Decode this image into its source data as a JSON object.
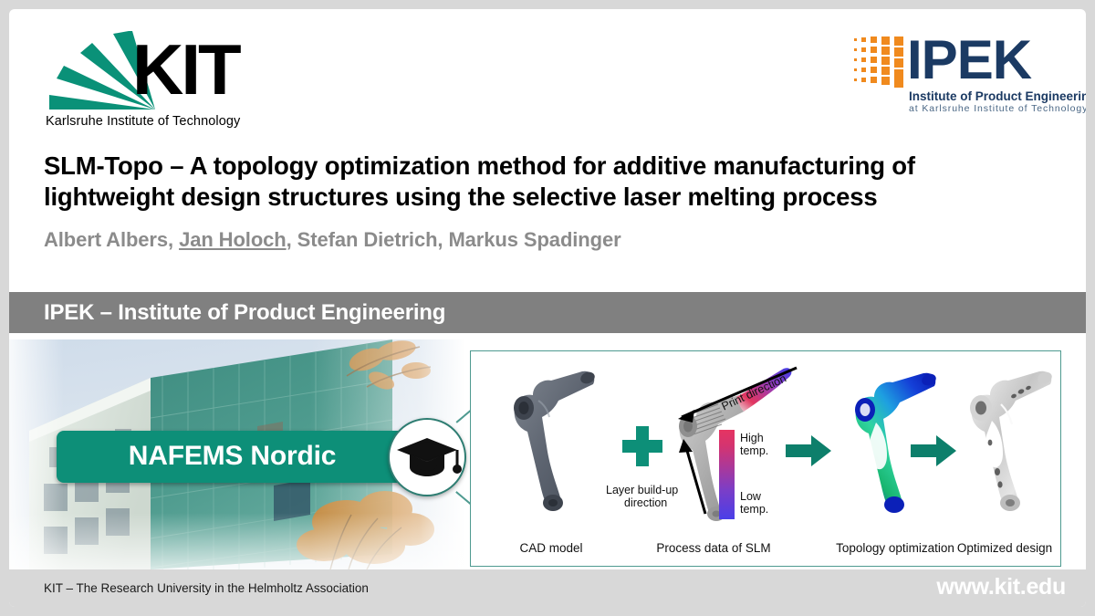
{
  "slide": {
    "kit_logo": {
      "wordmark": "KIT",
      "subtitle": "Karlsruhe Institute of Technology",
      "fan_color": "#0a9178"
    },
    "ipek_logo": {
      "wordmark": "IPEK",
      "line1": "Institute of Product Engineering",
      "line2": "at Karlsruhe Institute of Technology",
      "navy": "#1b3a63",
      "orange": "#f08a1e"
    },
    "title": "SLM-Topo – A topology optimization method for additive manufacturing of lightweight design structures using the selective laser melting process",
    "authors": {
      "before": "Albert Albers, ",
      "highlighted": "Jan Holoch",
      "after": ", Stefan Dietrich, Markus Spadinger"
    },
    "banner": {
      "text": "IPEK – Institute of Product Engineering",
      "background": "#808080"
    },
    "badge": {
      "label": "NAFEMS Nordic",
      "color": "#0d8f78",
      "icon": "graduation-cap-icon"
    },
    "diagram": {
      "border_color": "#4e9a90",
      "accent_color": "#0d8f78",
      "stages": [
        {
          "caption": "CAD model"
        },
        {
          "caption": "Process data of SLM"
        },
        {
          "caption": "Topology optimization"
        },
        {
          "caption": "Optimized design"
        }
      ],
      "annotations": {
        "print_direction": "Print direction",
        "layer_buildup_line1": "Layer build-up",
        "layer_buildup_line2": "direction"
      },
      "colorbar": {
        "high_line1": "High",
        "high_line2": "temp.",
        "low_line1": "Low",
        "low_line2": "temp.",
        "high_color": "#e63462",
        "low_color": "#4a3fe8"
      }
    },
    "footer": {
      "text": "KIT – The Research University in the Helmholtz Association",
      "url": "www.kit.edu",
      "background": "#d8d8d8"
    }
  }
}
